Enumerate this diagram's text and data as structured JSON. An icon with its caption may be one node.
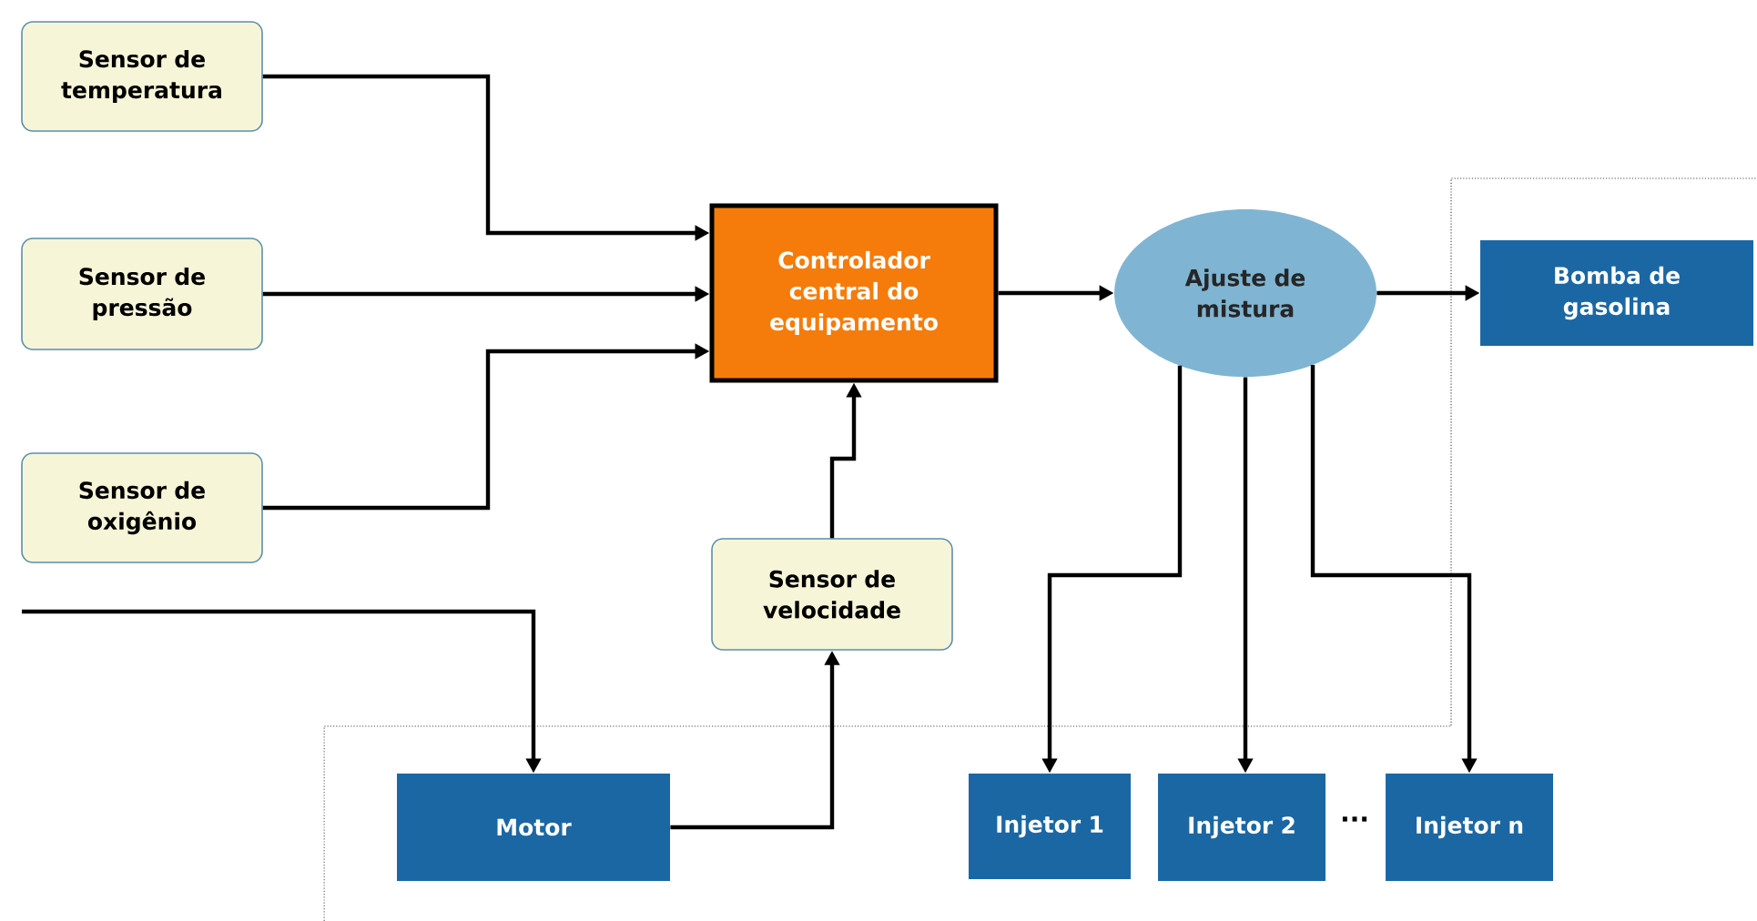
{
  "diagram": {
    "nodes": [
      {
        "text": [
          "Sensor de temperatura"
        ]
      },
      {
        "text": [
          "Sensor de pressão"
        ]
      },
      {
        "text": [
          "Sensor de oxigênio"
        ]
      },
      {
        "text": [
          "Controlador central do equipamento"
        ]
      },
      {
        "text": [
          "Ajuste de mistura"
        ]
      },
      {
        "text": [
          "Bomba de gasolina"
        ]
      },
      {
        "text": [
          "Sensor de velocidade"
        ]
      },
      {
        "text": [
          "Motor"
        ]
      },
      {
        "text": [
          "Injetor 1"
        ]
      },
      {
        "text": [
          "Injetor 2"
        ]
      },
      {
        "text": [
          "Injetor n"
        ]
      }
    ],
    "edges": [
      {
        "from": 0,
        "to": 3,
        "arrow": "to"
      },
      {
        "from": 1,
        "to": 3,
        "arrow": "to"
      },
      {
        "from": 2,
        "to": 3,
        "arrow": "to"
      },
      {
        "from": 3,
        "to": 4,
        "arrow": "to"
      },
      {
        "from": 4,
        "to": 5,
        "arrow": "to"
      },
      {
        "from": 6,
        "to": 3,
        "arrow": "to"
      },
      {
        "from": 7,
        "to": 6,
        "arrow": "to"
      },
      {
        "from": null,
        "to": 7,
        "arrow": "to"
      },
      {
        "from": 4,
        "to": 8,
        "arrow": "to"
      },
      {
        "from": 4,
        "to": 9,
        "arrow": "to"
      },
      {
        "from": 4,
        "to": 10,
        "arrow": "to"
      }
    ],
    "labels": [
      "..."
    ]
  }
}
